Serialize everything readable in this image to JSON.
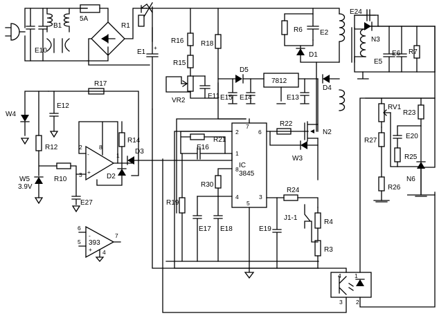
{
  "labels": {
    "E10": "E10",
    "B1": "B1",
    "fuse": "5A",
    "R1": "R1",
    "E1": "E1",
    "R16": "R16",
    "R15": "R15",
    "R18": "R18",
    "VR2": "VR2",
    "E11": "E11",
    "R6": "R6",
    "E2": "E2",
    "D1": "D1",
    "E24": "E24",
    "N3": "N3",
    "E5": "E5",
    "E6": "E6",
    "R7": "R7",
    "D5": "D5",
    "regulator": "7812",
    "D4": "D4",
    "E15": "E15",
    "E14": "E14",
    "E13": "E13",
    "R17": "R17",
    "W4": "W4",
    "E12": "E12",
    "R12": "R12",
    "W5": "W5",
    "W5v": "3.9V",
    "R10": "R10",
    "R14": "R14",
    "D3": "D3",
    "D2": "D2",
    "E27": "E27",
    "comparator": "393",
    "R21": "R21",
    "E16": "E16",
    "IC": "IC",
    "chip": "3845",
    "R22": "R22",
    "N2": "N2",
    "W3": "W3",
    "R30": "R30",
    "R19": "R19",
    "E17": "E17",
    "E18": "E18",
    "R24": "R24",
    "J1": "J1-1",
    "E19": "E19",
    "R4": "R4",
    "R3": "R3",
    "RV1": "RV1",
    "R23": "R23",
    "R27": "R27",
    "E20": "E20",
    "R25": "R25",
    "N6": "N6",
    "R26": "R26"
  }
}
